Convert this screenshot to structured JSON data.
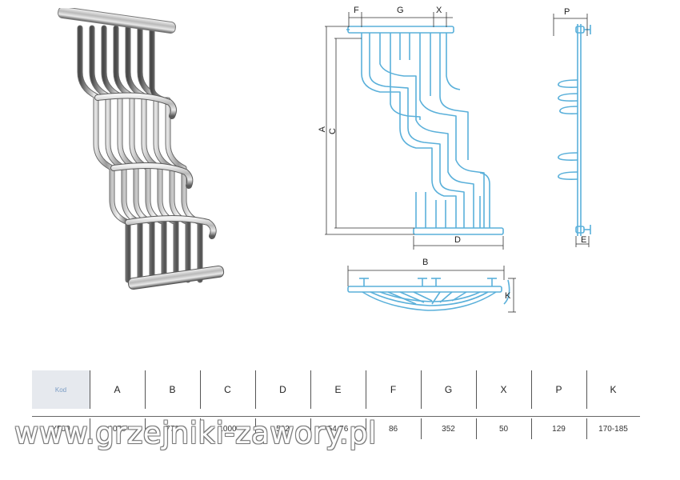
{
  "diagram_labels": {
    "f": "F",
    "g": "G",
    "x": "X",
    "p": "P",
    "a": "A",
    "c": "C",
    "d": "D",
    "e": "E",
    "b": "B",
    "k": "K"
  },
  "spec_table": {
    "headers": [
      "Kod",
      "A",
      "B",
      "C",
      "D",
      "E",
      "F",
      "G",
      "X",
      "P",
      "K"
    ],
    "values": [
      "Y500",
      "1050",
      "778",
      "1000",
      "532",
      "54-76",
      "86",
      "352",
      "50",
      "129",
      "170-185"
    ]
  },
  "watermark": "www.grzejniki-zawory.pl",
  "colors": {
    "drawing_line": "#5ab0da",
    "dimension_line": "#333333",
    "kod_cell_bg": "#e6e9ee",
    "kod_text": "#7a9cc4"
  }
}
